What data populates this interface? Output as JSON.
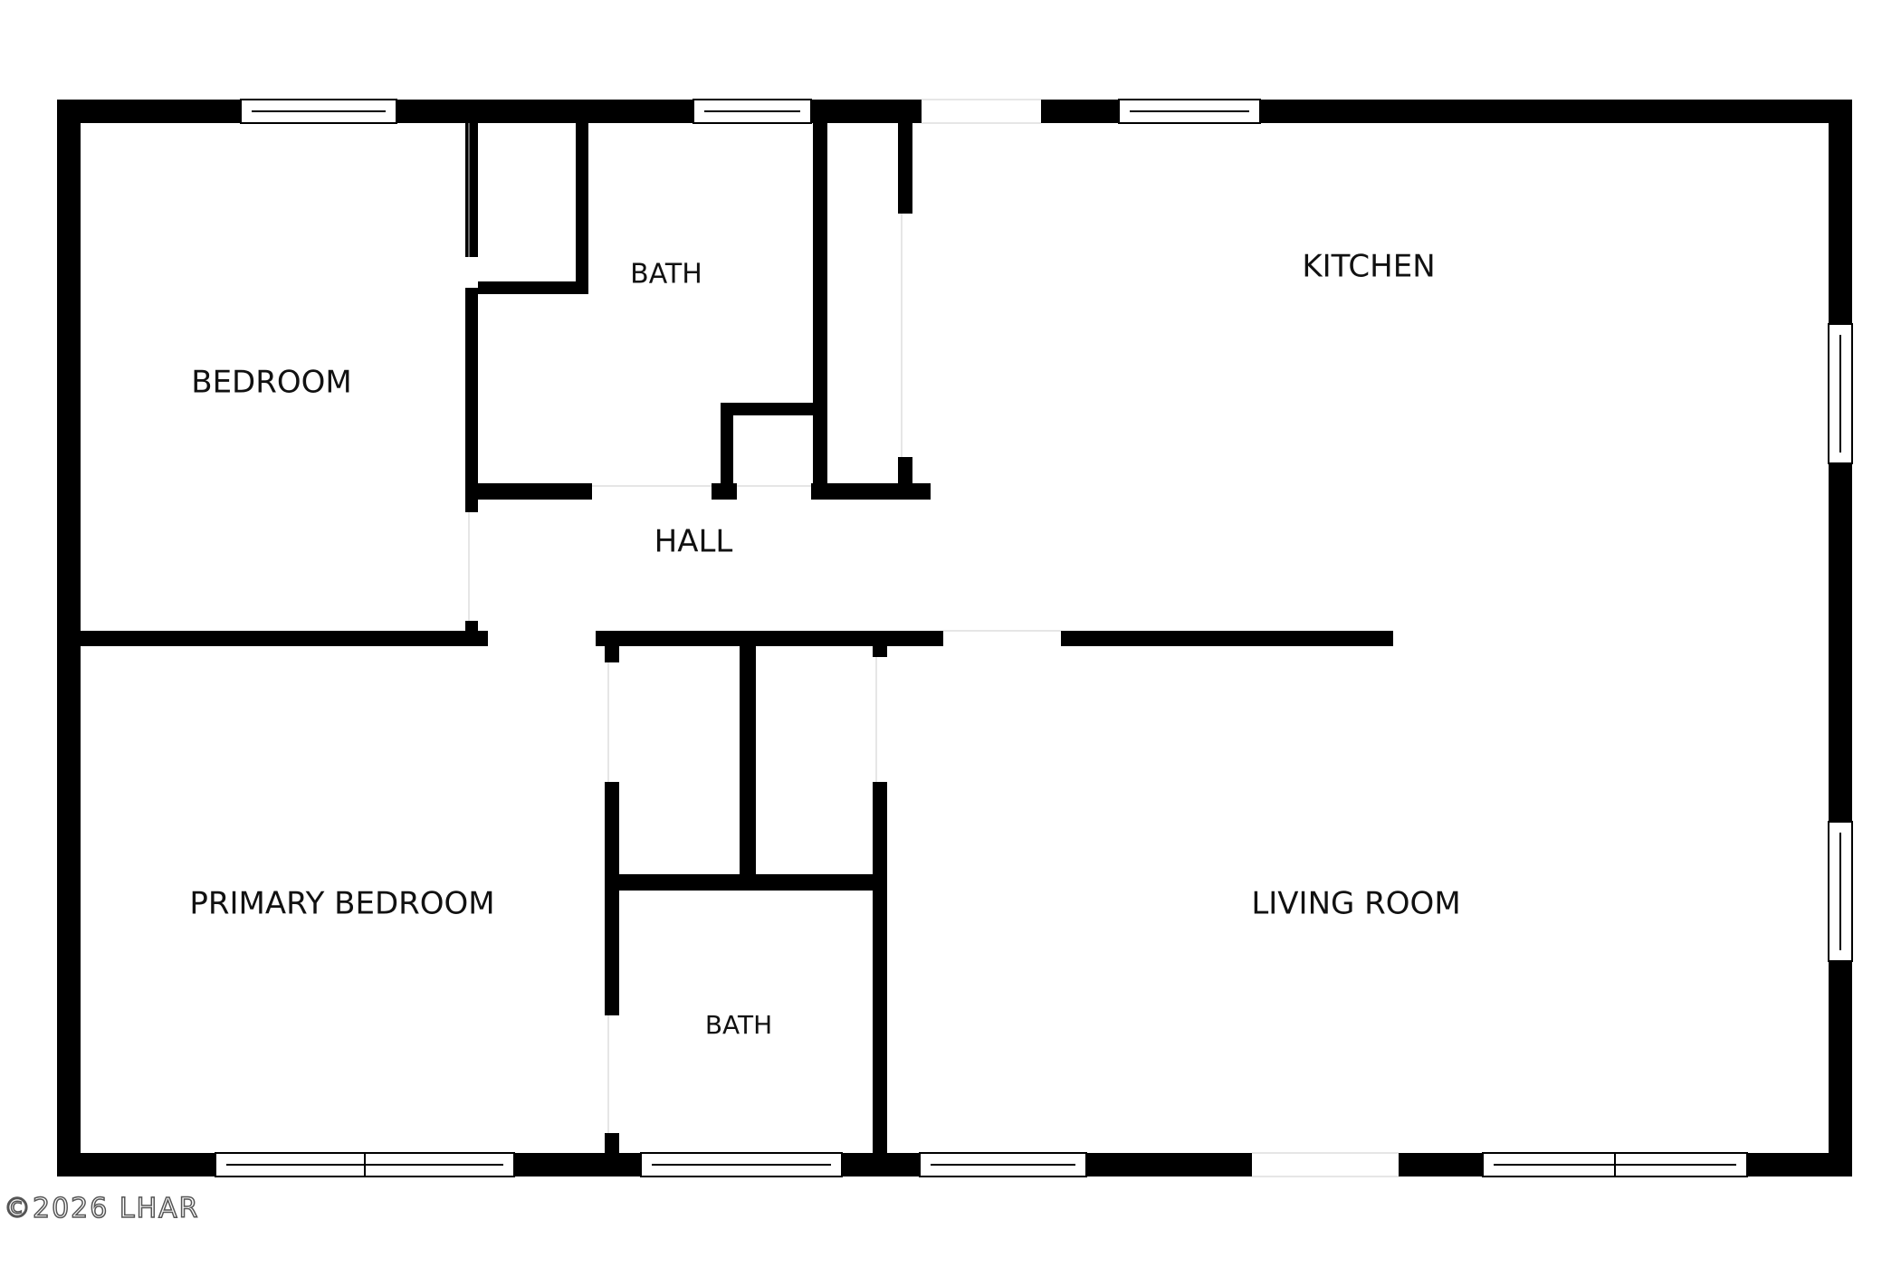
{
  "plan": {
    "wall_color": "#000000",
    "background": "#ffffff",
    "rooms": [
      {
        "id": "bedroom",
        "label": "BEDROOM"
      },
      {
        "id": "bath-upper",
        "label": "BATH"
      },
      {
        "id": "hall",
        "label": "HALL"
      },
      {
        "id": "kitchen",
        "label": "KITCHEN"
      },
      {
        "id": "primary-bedroom",
        "label": "PRIMARY BEDROOM"
      },
      {
        "id": "bath-lower",
        "label": "BATH"
      },
      {
        "id": "living-room",
        "label": "LIVING ROOM"
      }
    ]
  },
  "copyright": "©2026 LHAR"
}
